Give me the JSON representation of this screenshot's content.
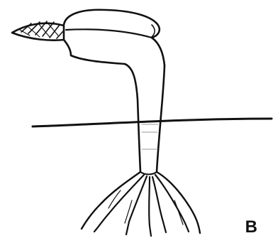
{
  "figure": {
    "panel_label": "B",
    "depicts": [
      "seedling",
      "seed-coat",
      "hypocotyl-hook",
      "stem",
      "soil-line",
      "roots"
    ]
  },
  "colors": {
    "ink": "#111111",
    "background": "#ffffff"
  }
}
